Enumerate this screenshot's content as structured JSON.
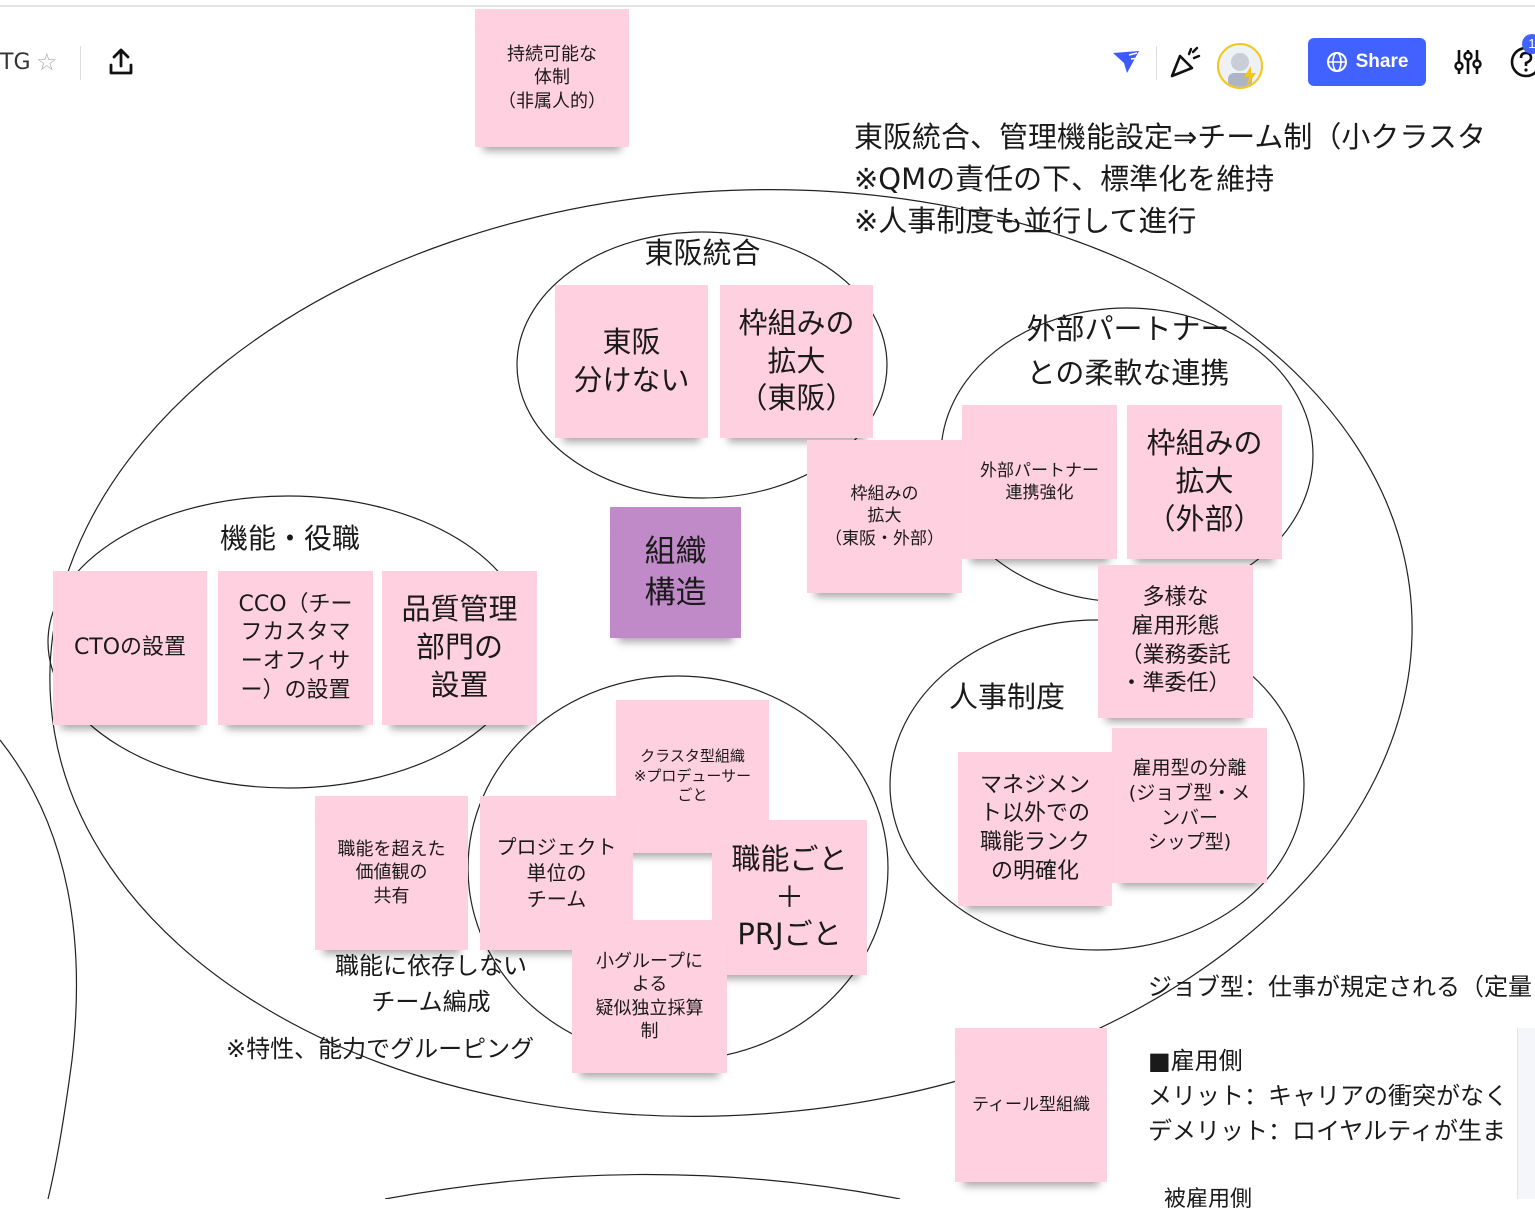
{
  "toolbar": {
    "board_title": "TG",
    "share_label": "Share",
    "help_badge": "1"
  },
  "stickies": {
    "sustainable": "持続可能な\n体制\n（非属人的）",
    "tohan_nowake": "東阪\n分けない",
    "frame_tohan": "枠組みの\n拡大\n（東阪）",
    "frame_tohan_ext": "枠組みの\n拡大\n（東阪・外部）",
    "ext_partner": "外部パートナー\n連携強化",
    "frame_ext": "枠組みの\n拡大\n（外部）",
    "diverse_employment": "多様な\n雇用形態\n（業務委託\n・準委任）",
    "org_structure": "組織\n構造",
    "cto": "CTOの設置",
    "cco": "CCO（チー\nフカスタマ\nーオフィサ\nー）の設置",
    "qa_dept": "品質管理\n部門の\n設置",
    "cluster_org": "クラスタ型組織\n※プロデューサー\nごと",
    "shared_values": "職能を超えた\n価値観の\n共有",
    "project_team": "プロジェクト\n単位の\nチーム",
    "function_prj": "職能ごと\n＋\nPRJごと",
    "small_group": "小グループに\nよる\n疑似独立採算\n制",
    "employment_split": "雇用型の分離\n(ジョブ型・メ\nンバー\nシップ型)",
    "non_mgmt_rank": "マネジメン\nト以外での\n職能ランク\nの明確化",
    "teal_org": "ティール型組織"
  },
  "labels": {
    "tohan_circle": "東阪統合",
    "ext_circle": "外部パートナー\nとの柔軟な連携",
    "func_circle": "機能・役職",
    "hr_circle": "人事制度",
    "team_note": "職能に依存しない\nチーム編成",
    "grouping_note": "※特性、能力でグルーピング"
  },
  "notes": {
    "header": "東阪統合、管理機能設定⇒チーム制（小クラスタ\n※QMの責任の下、標準化を維持\n※人事制度も並行して進行",
    "job_type": "ジョブ型：仕事が規定される（定量",
    "employer_side": "■雇用側\nメリット：キャリアの衝突がなく\nデメリット：ロイヤルティが生ま",
    "employee_partial": "被雇用側"
  },
  "colors": {
    "sticky_pink": "#ffd0e0",
    "sticky_purple": "#c08ac8",
    "share_blue": "#4262ff"
  }
}
